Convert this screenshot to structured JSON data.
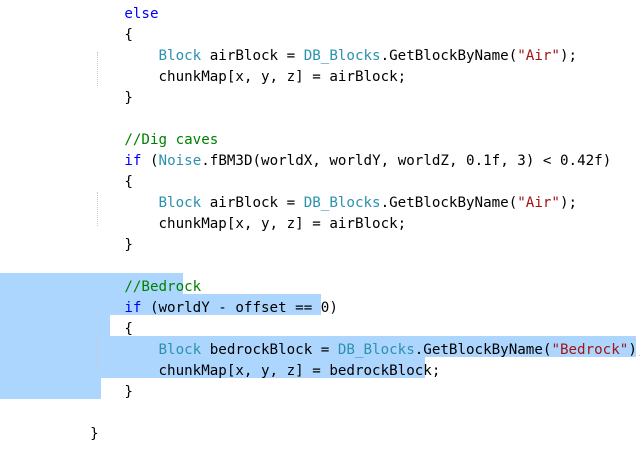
{
  "editor": {
    "lines": [
      [
        {
          "t": "        ",
          "c": "txt"
        },
        {
          "t": "else",
          "c": "kw"
        }
      ],
      [
        {
          "t": "        {",
          "c": "txt"
        }
      ],
      [
        {
          "t": "            ",
          "c": "txt"
        },
        {
          "t": "Block",
          "c": "type"
        },
        {
          "t": " airBlock = ",
          "c": "txt"
        },
        {
          "t": "DB_Blocks",
          "c": "type"
        },
        {
          "t": ".GetBlockByName(",
          "c": "txt"
        },
        {
          "t": "\"Air\"",
          "c": "str"
        },
        {
          "t": ");",
          "c": "txt"
        }
      ],
      [
        {
          "t": "            chunkMap[x, y, z] = airBlock;",
          "c": "txt"
        }
      ],
      [
        {
          "t": "        }",
          "c": "txt"
        }
      ],
      [
        {
          "t": "",
          "c": "txt"
        }
      ],
      [
        {
          "t": "        ",
          "c": "txt"
        },
        {
          "t": "//Dig caves",
          "c": "cmt"
        }
      ],
      [
        {
          "t": "        ",
          "c": "txt"
        },
        {
          "t": "if",
          "c": "kw"
        },
        {
          "t": " (",
          "c": "txt"
        },
        {
          "t": "Noise",
          "c": "type"
        },
        {
          "t": ".fBM3D(worldX, worldY, worldZ, 0.1f, 3) < 0.42f)",
          "c": "txt"
        }
      ],
      [
        {
          "t": "        {",
          "c": "txt"
        }
      ],
      [
        {
          "t": "            ",
          "c": "txt"
        },
        {
          "t": "Block",
          "c": "type"
        },
        {
          "t": " airBlock = ",
          "c": "txt"
        },
        {
          "t": "DB_Blocks",
          "c": "type"
        },
        {
          "t": ".GetBlockByName(",
          "c": "txt"
        },
        {
          "t": "\"Air\"",
          "c": "str"
        },
        {
          "t": ");",
          "c": "txt"
        }
      ],
      [
        {
          "t": "            chunkMap[x, y, z] = airBlock;",
          "c": "txt"
        }
      ],
      [
        {
          "t": "        }",
          "c": "txt"
        }
      ],
      [
        {
          "t": "",
          "c": "txt"
        }
      ],
      [
        {
          "t": "        ",
          "c": "txt"
        },
        {
          "t": "//Bedrock",
          "c": "cmt"
        }
      ],
      [
        {
          "t": "        ",
          "c": "txt"
        },
        {
          "t": "if",
          "c": "kw"
        },
        {
          "t": " (worldY - offset == 0)",
          "c": "txt"
        }
      ],
      [
        {
          "t": "        {",
          "c": "txt"
        }
      ],
      [
        {
          "t": "            ",
          "c": "txt"
        },
        {
          "t": "Block",
          "c": "type"
        },
        {
          "t": " bedrockBlock = ",
          "c": "txt"
        },
        {
          "t": "DB_Blocks",
          "c": "type"
        },
        {
          "t": ".GetBlockByName(",
          "c": "txt"
        },
        {
          "t": "\"Bedrock\"",
          "c": "str"
        },
        {
          "t": ");",
          "c": "txt"
        }
      ],
      [
        {
          "t": "            chunkMap[x, y, z] = bedrockBlock;",
          "c": "txt"
        }
      ],
      [
        {
          "t": "        }",
          "c": "txt"
        }
      ],
      [
        {
          "t": "",
          "c": "txt"
        }
      ],
      [
        {
          "t": "    }",
          "c": "txt"
        }
      ]
    ]
  },
  "colors": {
    "keyword": "#0000ff",
    "type": "#2b91af",
    "string": "#a31515",
    "comment": "#008000",
    "text": "#000000",
    "selection": "#add6ff",
    "background": "#ffffff"
  }
}
